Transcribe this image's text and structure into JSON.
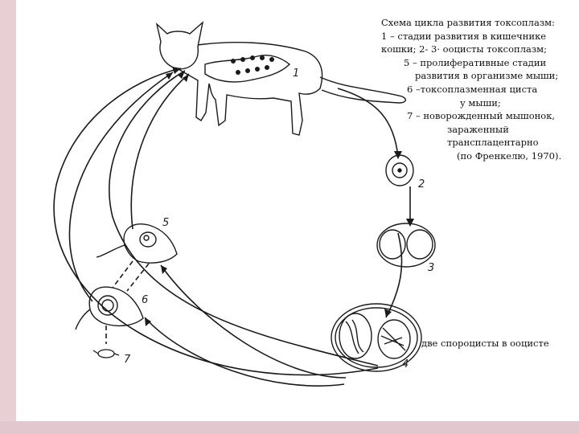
{
  "caption": {
    "title": "Схема цикла развития токсоплазм:",
    "line1": "1 – стадии развития в кишечнике",
    "line2": "кошки; 2- 3· ооцисты токсоплазм;",
    "line3": "5 – пролиферативные стадии",
    "line4": "развития в организме мыши;",
    "line5": "6 –токсоплазменная циста",
    "line6": "у мыши;",
    "line7": "7 – новорожденный мышонок,",
    "line8": "зараженный",
    "line9": "трансплацентарно",
    "line10": "(по Френкелю, 1970)."
  },
  "annotation": "две спороцисты в ооцисте",
  "stage_numbers": {
    "n1": "1",
    "n2": "2",
    "n3": "3",
    "n4": "4",
    "n5": "5",
    "n6": "6",
    "n7": "7"
  },
  "colors": {
    "background": "#e8cfd4",
    "sheet": "#ffffff",
    "ink": "#1a1a1a"
  }
}
